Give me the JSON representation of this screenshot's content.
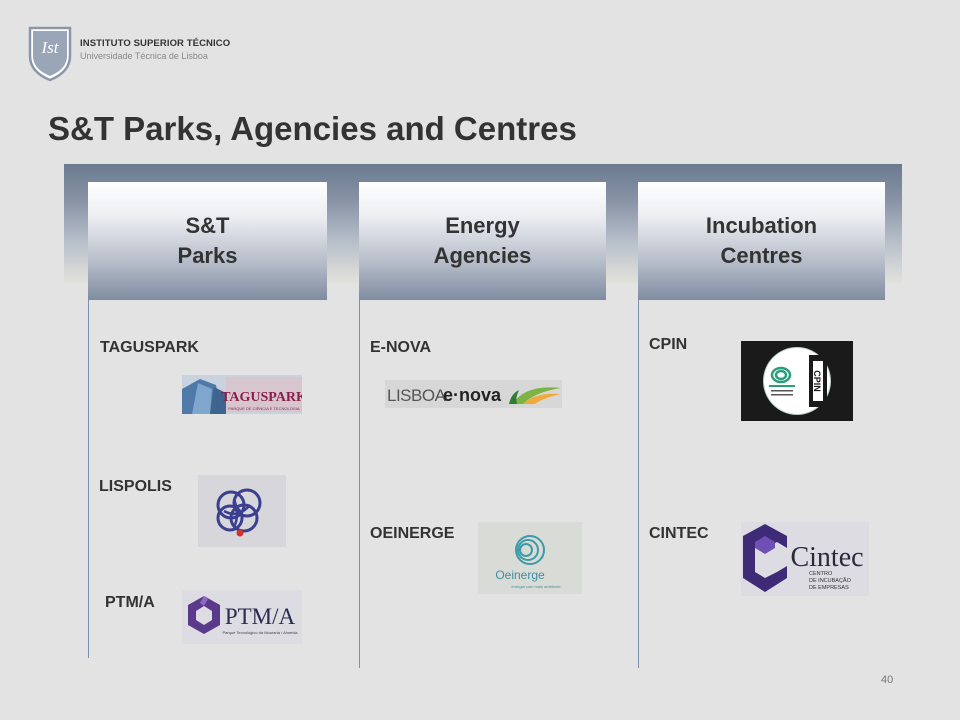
{
  "header": {
    "institution": "INSTITUTO SUPERIOR TÉCNICO",
    "subtitle": "Universidade Técnica de Lisboa"
  },
  "title": "S&T Parks, Agencies and Centres",
  "columns": [
    {
      "heading_line1": "S&T",
      "heading_line2": "Parks",
      "items": [
        {
          "label": "TAGUSPARK",
          "logo_text": "TAGUSPARK",
          "logo_subtext": "PARQUE DE CIÊNCIA E TECNOLOGIA"
        },
        {
          "label": "LISPOLIS"
        },
        {
          "label": "PTM/A",
          "logo_text": "PTM/A",
          "logo_subtext": "Parque Tecnológico da Mouraria / Almeida"
        }
      ]
    },
    {
      "heading_line1": "Energy",
      "heading_line2": "Agencies",
      "items": [
        {
          "label": "E-NOVA",
          "logo_text_a": "LISBOA",
          "logo_text_b": "e·nova"
        },
        {
          "label": "OEINERGE",
          "logo_text": "Oeinerge",
          "logo_subtext": "energia com mais ambiente"
        }
      ]
    },
    {
      "heading_line1": "Incubation",
      "heading_line2": "Centres",
      "items": [
        {
          "label": "CPIN",
          "logo_text": "CPIN"
        },
        {
          "label": "CINTEC",
          "logo_text": "Cintec",
          "logo_subtext_1": "CENTRO",
          "logo_subtext_2": "DE INCUBAÇÃO",
          "logo_subtext_3": "DE EMPRESAS"
        }
      ]
    }
  ],
  "page_number": "40",
  "colors": {
    "title": "#333333",
    "band_dark": "#6b7a90",
    "rule": "#7f8fb0",
    "ptma_purple": "#5b3a8c",
    "cintec_purple": "#3f2a78",
    "enova_green": "#7cb342"
  }
}
